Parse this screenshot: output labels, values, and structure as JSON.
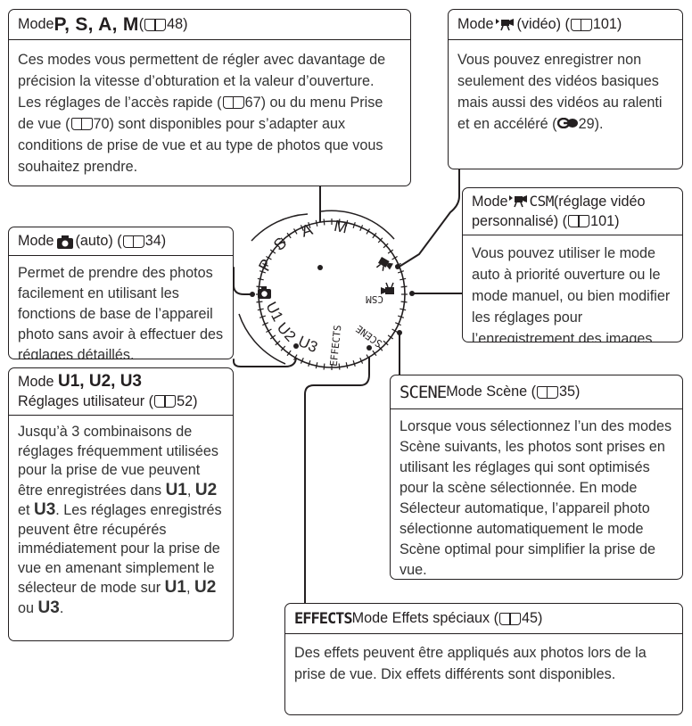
{
  "boxes": {
    "psam": {
      "head_pre": "Mode ",
      "head_big": "P, S, A, M",
      "head_ref": " (",
      "head_page": "48)",
      "body_1": "Ces modes vous permettent de régler avec davantage de précision la vitesse d’obturation et la valeur d’ouverture. Les réglages de l’accès rapide (",
      "page_1": "67) ou du menu Prise de vue (",
      "page_2": "70) sont disponibles pour s’adapter aux conditions de prise de vue et au type de photos que vous souhaitez prendre."
    },
    "video": {
      "head_pre": "Mode ",
      "head_mid": " (vidéo) (",
      "head_page": "101)",
      "body": "Vous pouvez enregistrer non seulement des vidéos basiques mais aussi des vidéos au ralenti et en accéléré (",
      "body_ref": "29)."
    },
    "csm": {
      "head_pre": "Mode ",
      "head_csm": "CSM",
      "head_mid": " (réglage vidéo",
      "head_line2": "personnalisé) (",
      "head_page": "101)",
      "body": "Vous pouvez utiliser le mode auto à priorité ouverture ou le mode manuel, ou bien modifier les réglages pour l’enregistrement des images."
    },
    "auto": {
      "head_pre": "Mode ",
      "head_mid": " (auto) (",
      "head_page": "34)",
      "body": "Permet de prendre des photos facilement en utilisant les fonctions de base de l’appareil photo sans avoir à effectuer des réglages détaillés."
    },
    "user": {
      "head_pre": "Mode ",
      "head_big": "U1, U2, U3",
      "head_line2": "Réglages utilisateur (",
      "head_page": "52)",
      "body_1": "Jusqu’à 3 combinaisons de réglages fréquemment utilisées pour la prise de vue peuvent être enregistrées dans ",
      "u_a": "U1",
      "sep_a": ", ",
      "u_b": "U2",
      "and_1": " et ",
      "u_c": "U3",
      "body_2": ". Les réglages enregistrés peuvent être récupérés immédiatement pour la prise de vue en amenant simplement le sélecteur de mode sur ",
      "u_d": "U1",
      "sep_b": ", ",
      "u_e": "U2",
      "or_1": " ou ",
      "u_f": "U3",
      "end": "."
    },
    "scene": {
      "head_big": "SCENE",
      "head_mid": " Mode Scène (",
      "head_page": "35)",
      "body": "Lorsque vous sélectionnez l’un des modes Scène suivants, les photos sont prises en utilisant les réglages qui sont optimisés pour la scène sélectionnée. En mode Sélecteur automatique, l’appareil photo sélectionne automatiquement le mode Scène optimal pour simplifier la prise de vue."
    },
    "effects": {
      "head_big": "EFFECTS",
      "head_mid": " Mode Effets spéciaux (",
      "head_page": "45)",
      "body": "Des effets peuvent être appliqués aux photos lors de la prise de vue. Dix effets différents sont disponibles."
    }
  },
  "dial": {
    "labels": [
      "P",
      "S",
      "A",
      "M",
      "U1",
      "U2",
      "U3",
      "EFFECTS",
      "SCENE",
      "CSM"
    ]
  },
  "icons": [
    "book-icon",
    "camera-icon",
    "movie-icon",
    "link-icon"
  ]
}
